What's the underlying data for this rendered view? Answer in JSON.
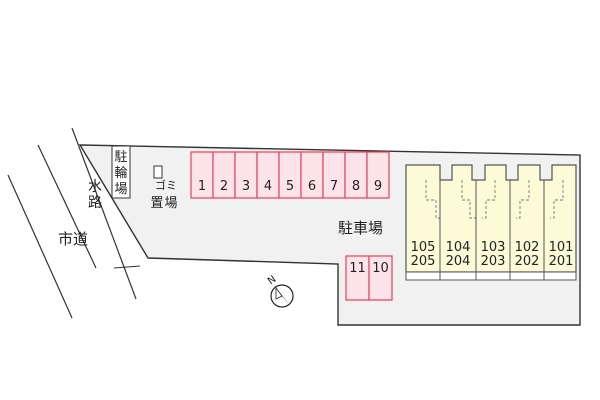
{
  "labels": {
    "city_road": "市道",
    "waterway": "水路",
    "bicycle_parking": "駐輪場",
    "garbage_area": "ゴミ置場",
    "parking_lot": "駐車場",
    "north": "N"
  },
  "parking": {
    "row_top": [
      "1",
      "2",
      "3",
      "4",
      "5",
      "6",
      "7",
      "8",
      "9"
    ],
    "row_bottom": [
      "11",
      "10"
    ]
  },
  "units": [
    {
      "upper": "105",
      "lower": "205"
    },
    {
      "upper": "104",
      "lower": "204"
    },
    {
      "upper": "103",
      "lower": "203"
    },
    {
      "upper": "102",
      "lower": "202"
    },
    {
      "upper": "101",
      "lower": "201"
    }
  ],
  "colors": {
    "lot": "#f1f1f2",
    "lot_border": "#333333",
    "parking_fill": "#fde4ea",
    "parking_stroke": "#e8405a",
    "building": "#fcfbd7",
    "building_stroke": "#555555"
  }
}
